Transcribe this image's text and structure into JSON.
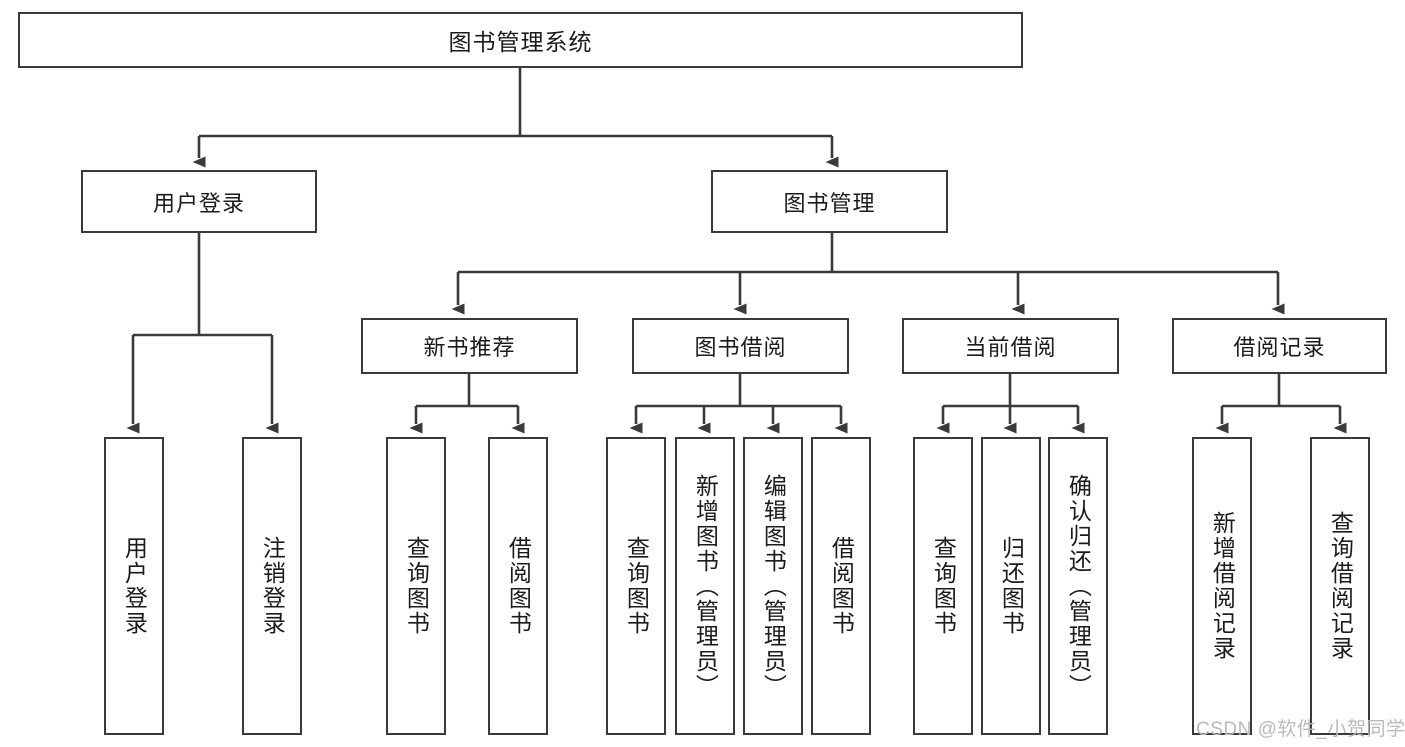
{
  "diagram": {
    "type": "hierarchy-tree",
    "title": "图书管理系统",
    "watermark": "CSDN @软件_小贺同学",
    "colors": {
      "box_border": "#3a3a3a",
      "box_fill": "#ffffff",
      "text": "#1b1b1b",
      "link": "#3a3a3a",
      "watermark": "#b9b9b9",
      "page_background": "#ffffff"
    },
    "root": {
      "label": "图书管理系统"
    },
    "level1": [
      {
        "label": "用户登录"
      },
      {
        "label": "图书管理"
      }
    ],
    "level2": [
      {
        "label": "新书推荐"
      },
      {
        "label": "图书借阅"
      },
      {
        "label": "当前借阅"
      },
      {
        "label": "借阅记录"
      }
    ],
    "leaves": {
      "user_login": [
        {
          "label": "用户登录"
        },
        {
          "label": "注销登录"
        }
      ],
      "new_book_recommend": [
        {
          "label": "查询图书"
        },
        {
          "label": "借阅图书"
        }
      ],
      "book_borrow": [
        {
          "label": "查询图书"
        },
        {
          "label": "新增图书（管理员）"
        },
        {
          "label": "编辑图书（管理员）"
        },
        {
          "label": "借阅图书"
        }
      ],
      "current_borrow": [
        {
          "label": "查询图书"
        },
        {
          "label": "归还图书"
        },
        {
          "label": "确认归还（管理员）"
        }
      ],
      "borrow_record": [
        {
          "label": "新增借阅记录"
        },
        {
          "label": "查询借阅记录"
        }
      ]
    }
  }
}
